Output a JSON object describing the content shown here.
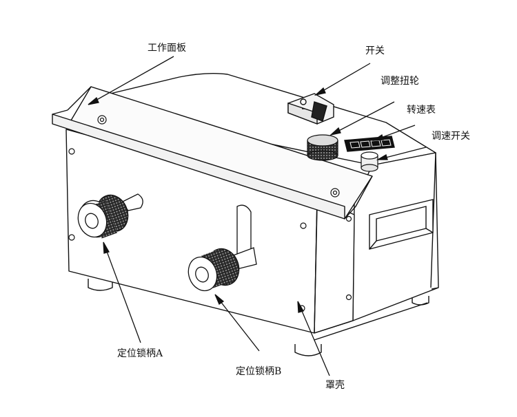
{
  "diagram": {
    "labels": {
      "panel": "工作面板",
      "switch": "开关",
      "knob": "调整扭轮",
      "tachometer": "转速表",
      "speed_switch": "调速开关",
      "handle_a": "定位锁柄A",
      "handle_b": "定位锁柄B",
      "cover": "罩壳"
    },
    "colors": {
      "line": "#111111",
      "fill": "#ffffff",
      "shade": "#e6e6e6",
      "dark": "#222222"
    }
  }
}
